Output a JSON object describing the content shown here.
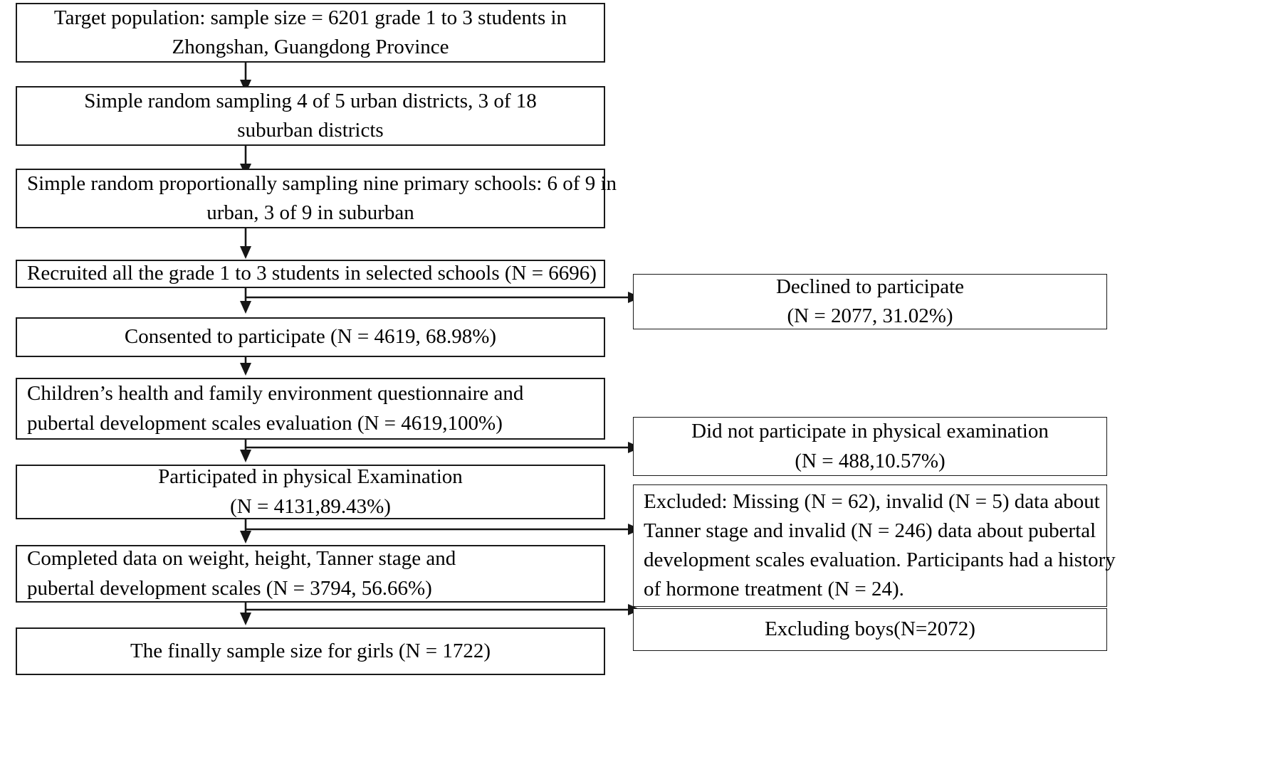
{
  "diagram": {
    "title": "Study participant flow diagram",
    "type": "flowchart",
    "stroke_color": "#1a1a1a",
    "background_color": "#ffffff",
    "main_nodes": [
      {
        "id": "target-population",
        "align": "center",
        "lines": [
          "Target population: sample size = 6201 grade 1 to 3 students in",
          "Zhongshan, Guangdong Province"
        ]
      },
      {
        "id": "district-sampling",
        "align": "center",
        "lines": [
          "Simple random sampling 4 of 5 urban districts, 3 of 18",
          "suburban districts"
        ]
      },
      {
        "id": "school-sampling",
        "align": "center",
        "lines": [
          "Simple random proportionally sampling nine primary schools: 6 of 9 in",
          "urban, 3 of 9 in suburban"
        ]
      },
      {
        "id": "recruited",
        "align": "center",
        "lines": [
          "Recruited all the grade 1 to 3 students in selected schools (N = 6696)"
        ]
      },
      {
        "id": "consented",
        "align": "center",
        "lines": [
          "Consented to participate (N = 4619, 68.98%)"
        ]
      },
      {
        "id": "questionnaire",
        "align": "left",
        "lines": [
          "Children’s health and family environment questionnaire and",
          "pubertal development scales evaluation (N = 4619,100%)"
        ]
      },
      {
        "id": "physical-exam",
        "align": "center",
        "lines": [
          "Participated in physical Examination",
          "(N = 4131,89.43%)"
        ]
      },
      {
        "id": "completed-data",
        "align": "left",
        "lines": [
          "Completed data on weight, height, Tanner stage and",
          "pubertal development scales (N = 3794, 56.66%)"
        ]
      },
      {
        "id": "final-sample",
        "align": "center",
        "lines": [
          "The finally sample size for girls (N = 1722)"
        ]
      }
    ],
    "exclusion_nodes": [
      {
        "id": "declined",
        "align": "center",
        "lines": [
          "Declined to participate",
          "(N = 2077, 31.02%)"
        ]
      },
      {
        "id": "no-physical-exam",
        "align": "center",
        "lines": [
          "Did not participate in physical examination",
          "(N = 488,10.57%)"
        ]
      },
      {
        "id": "excluded-data",
        "align": "left",
        "lines": [
          "Excluded: Missing (N = 62), invalid (N = 5) data about",
          "Tanner stage and invalid (N = 246) data about pubertal",
          "development scales evaluation. Participants had a history",
          "of hormone treatment (N = 24)."
        ]
      },
      {
        "id": "excluding-boys",
        "align": "center",
        "lines": [
          "Excluding boys(N=2072)"
        ]
      }
    ]
  }
}
